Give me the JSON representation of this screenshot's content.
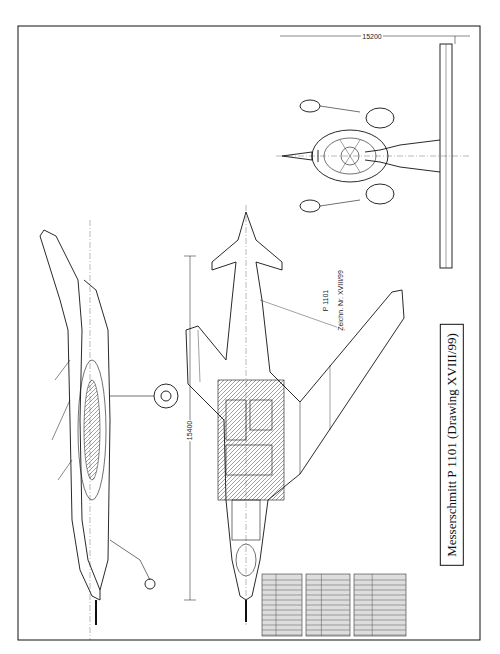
{
  "diagram": {
    "nodes": [
      {
        "text": [
          "Messerschmitt P 1101 (Drawing XVIII/99)"
        ]
      }
    ],
    "labels": [
      "15200",
      "15400",
      "P 1101",
      "Zeichn. Nr. XVIII/99"
    ]
  }
}
